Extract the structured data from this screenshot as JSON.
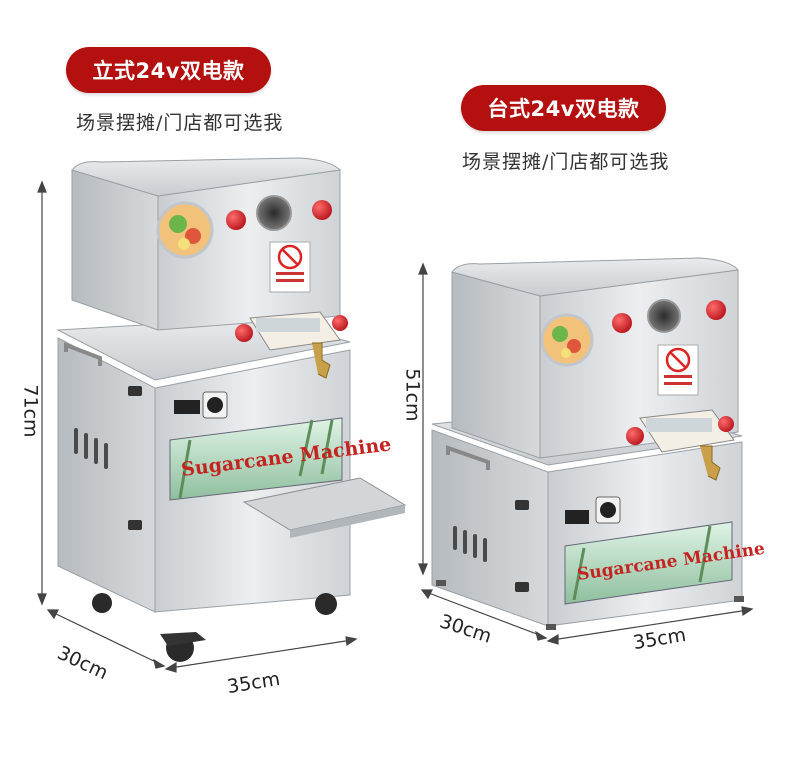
{
  "left_product": {
    "badge": "立式24v双电款",
    "subtitle": "场景摆摊/门店都可选我",
    "height_label": "71cm",
    "depth_label": "30cm",
    "width_label": "35cm",
    "sign_text": "Sugarcane Machine"
  },
  "right_product": {
    "badge": "台式24v双电款",
    "subtitle": "场景摆摊/门店都可选我",
    "height_label": "51cm",
    "depth_label": "30cm",
    "width_label": "35cm",
    "sign_text": "Sugarcane Machine"
  },
  "colors": {
    "badge_red": "#b3100f",
    "knob_red": "#d3222a",
    "steel": "#d9dcdf"
  }
}
